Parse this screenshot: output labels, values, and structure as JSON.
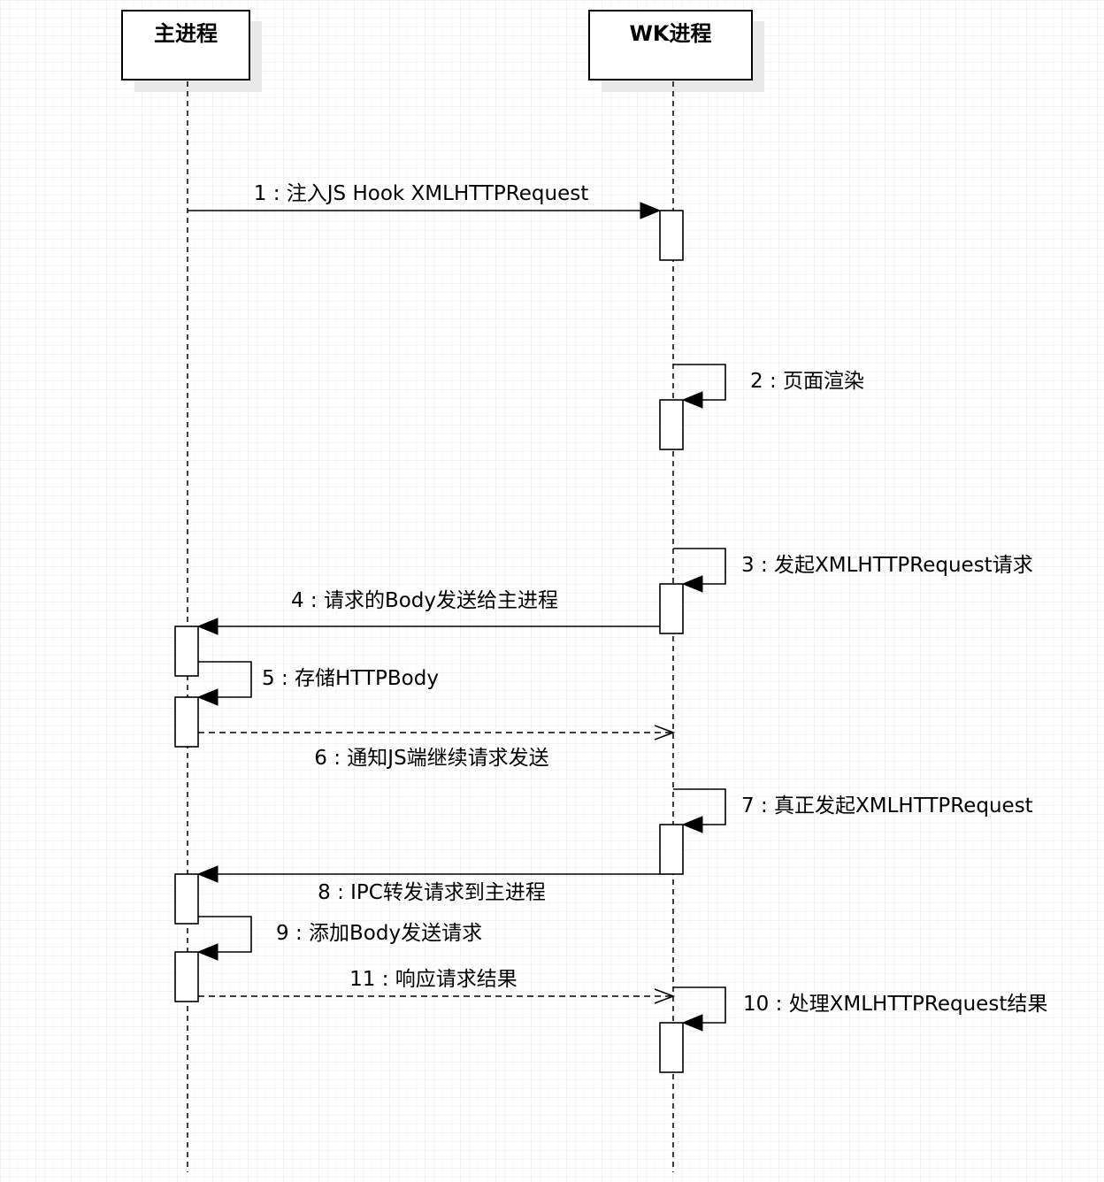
{
  "participants": [
    {
      "id": "main",
      "title": "主进程"
    },
    {
      "id": "wk",
      "title": "WK进程"
    }
  ],
  "messages": [
    {
      "id": "m1",
      "label": "1 : 注入JS Hook XMLHTTPRequest"
    },
    {
      "id": "m2",
      "label": "2 : 页面渲染"
    },
    {
      "id": "m3",
      "label": "3 : 发起XMLHTTPRequest请求"
    },
    {
      "id": "m4",
      "label": "4 : 请求的Body发送给主进程"
    },
    {
      "id": "m5",
      "label": "5 : 存储HTTPBody"
    },
    {
      "id": "m6",
      "label": "6 : 通知JS端继续请求发送"
    },
    {
      "id": "m7",
      "label": "7 : 真正发起XMLHTTPRequest"
    },
    {
      "id": "m8",
      "label": "8 : IPC转发请求到主进程"
    },
    {
      "id": "m9",
      "label": "9 : 添加Body发送请求"
    },
    {
      "id": "m11",
      "label": "11 : 响应请求结果"
    },
    {
      "id": "m10",
      "label": "10 : 处理XMLHTTPRequest结果"
    }
  ]
}
